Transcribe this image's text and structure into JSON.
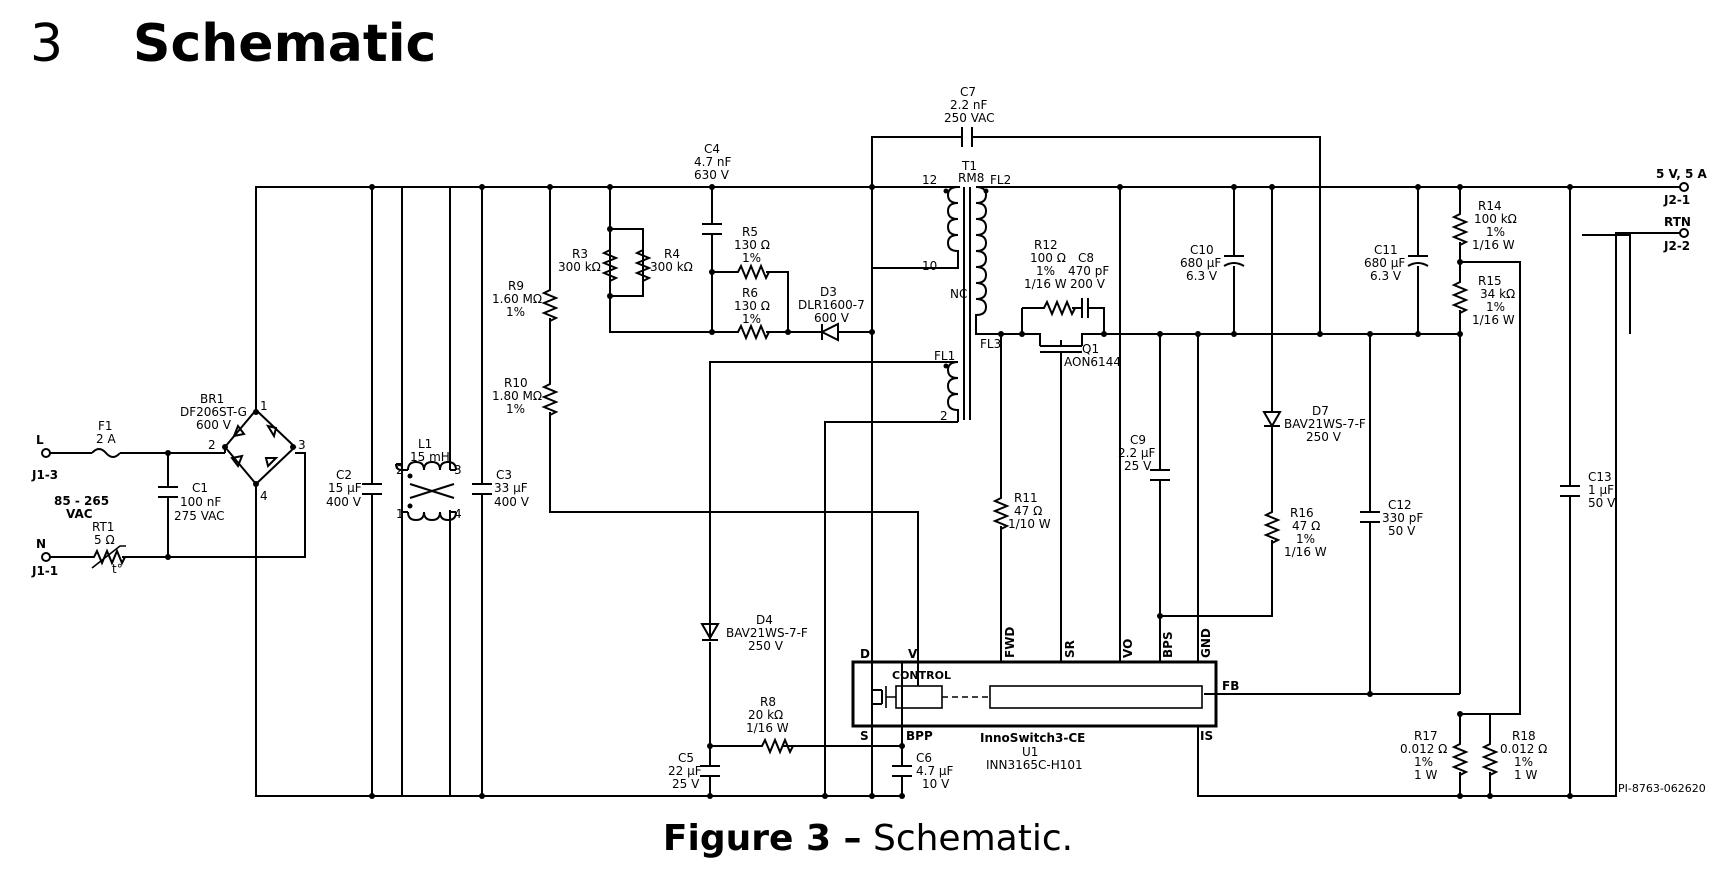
{
  "section": {
    "number": "3",
    "title": "Schematic"
  },
  "caption": {
    "figure": "Figure 3 –",
    "text": " Schematic."
  },
  "doc_id": "PI-8763-062620",
  "output": {
    "rating": "5 V, 5 A",
    "pos": "J2-1",
    "rtn_label": "RTN",
    "rtn": "J2-2"
  },
  "input": {
    "line": "L",
    "line_pin": "J1-3",
    "neutral": "N",
    "neutral_pin": "J1-1",
    "range_1": "85 - 265",
    "range_2": "VAC"
  },
  "components": {
    "F1": [
      "F1",
      "2 A"
    ],
    "RT1": [
      "RT1",
      "5 Ω"
    ],
    "RT1_t": "t°",
    "C1": [
      "C1",
      "100 nF",
      "275 VAC"
    ],
    "BR1": [
      "BR1",
      "DF206ST-G",
      "600 V"
    ],
    "BR1_pins": [
      "1",
      "2",
      "3",
      "4"
    ],
    "C2": [
      "C2",
      "15 µF",
      "400 V"
    ],
    "L1": [
      "L1",
      "15 mH"
    ],
    "L1_pins": [
      "2",
      "3",
      "1",
      "4"
    ],
    "C3": [
      "C3",
      "33 µF",
      "400 V"
    ],
    "R9": [
      "R9",
      "1.60 MΩ",
      "1%"
    ],
    "R10": [
      "R10",
      "1.80 MΩ",
      "1%"
    ],
    "R3": [
      "R3",
      "300 kΩ"
    ],
    "R4": [
      "R4",
      "300 kΩ"
    ],
    "C4": [
      "C4",
      "4.7 nF",
      "630 V"
    ],
    "R5": [
      "R5",
      "130 Ω",
      "1%"
    ],
    "R6": [
      "R6",
      "130 Ω",
      "1%"
    ],
    "D3": [
      "D3",
      "DLR1600-7",
      "600 V"
    ],
    "C7": [
      "C7",
      "2.2 nF",
      "250 VAC"
    ],
    "T1": [
      "T1",
      "RM8"
    ],
    "T1_pins": [
      "12",
      "10",
      "NC",
      "FL2",
      "FL3",
      "FL1",
      "2"
    ],
    "R12": [
      "R12",
      "100 Ω",
      "1%",
      "1/16 W"
    ],
    "C8": [
      "C8",
      "470 pF",
      "200 V"
    ],
    "Q1": [
      "Q1",
      "AON6144"
    ],
    "C10": [
      "C10",
      "680 µF",
      "6.3 V"
    ],
    "C11": [
      "C11",
      "680 µF",
      "6.3 V"
    ],
    "R14": [
      "R14",
      "100 kΩ",
      "1%",
      "1/16 W"
    ],
    "R15": [
      "R15",
      "34 kΩ",
      "1%",
      "1/16 W"
    ],
    "D7": [
      "D7",
      "BAV21WS-7-F",
      "250 V"
    ],
    "C9": [
      "C9",
      "2.2 µF",
      "25 V"
    ],
    "R11": [
      "R11",
      "47 Ω",
      "1/10 W"
    ],
    "R16": [
      "R16",
      "47 Ω",
      "1%",
      "1/16 W"
    ],
    "C12": [
      "C12",
      "330 pF",
      "50 V"
    ],
    "C13": [
      "C13",
      "1 µF",
      "50 V"
    ],
    "D4": [
      "D4",
      "BAV21WS-7-F",
      "250 V"
    ],
    "R8": [
      "R8",
      "20 kΩ",
      "1/16 W"
    ],
    "C5": [
      "C5",
      "22 µF",
      "25 V"
    ],
    "C6": [
      "C6",
      "4.7 µF",
      "10 V"
    ],
    "R17": [
      "R17",
      "0.012 Ω",
      "1%",
      "1 W"
    ],
    "R18": [
      "R18",
      "0.012 Ω",
      "1%",
      "1 W"
    ]
  },
  "ic": {
    "name": "InnoSwitch3-CE",
    "ref": "U1",
    "part": "INN3165C-H101",
    "control": "CONTROL",
    "pins": {
      "D": "D",
      "V": "V",
      "FWD": "FWD",
      "SR": "SR",
      "VO": "VO",
      "BPS": "BPS",
      "GND": "GND",
      "FB": "FB",
      "S": "S",
      "BPP": "BPP",
      "IS": "IS"
    }
  }
}
